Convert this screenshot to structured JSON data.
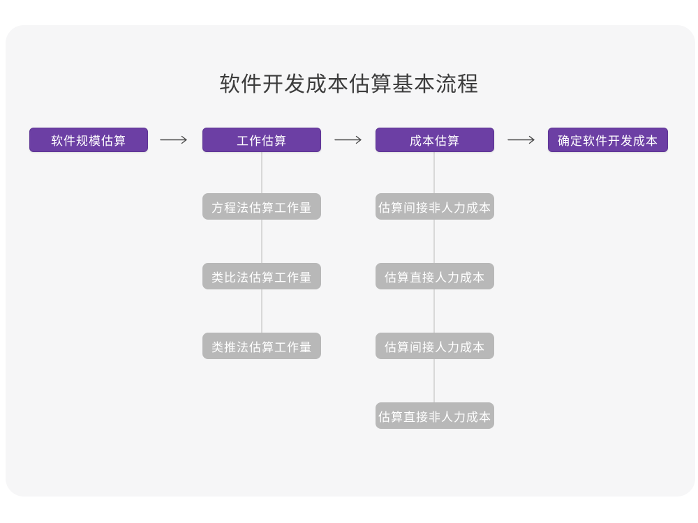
{
  "title": "软件开发成本估算基本流程",
  "colors": {
    "page-bg": "#ffffff",
    "card-bg": "#f6f6f7",
    "title-text": "#3c3c3c",
    "node-purple": "#6c3fa4",
    "node-purple-border": "#5e3595",
    "node-gray": "#b8b8b8",
    "node-text": "#ffffff",
    "connector": "#d8d8d8",
    "arrow": "#4a4a4a"
  },
  "flow": {
    "main_nodes": [
      {
        "label": "软件规模估算"
      },
      {
        "label": "工作估算"
      },
      {
        "label": "成本估算"
      },
      {
        "label": "确定软件开发成本"
      }
    ],
    "work_estimation_methods": [
      "方程法估算工作量",
      "类比法估算工作量",
      "类推法估算工作量"
    ],
    "cost_estimation_steps": [
      "估算间接非人力成本",
      "估算直接人力成本",
      "估算间接人力成本",
      "估算直接非人力成本"
    ]
  }
}
